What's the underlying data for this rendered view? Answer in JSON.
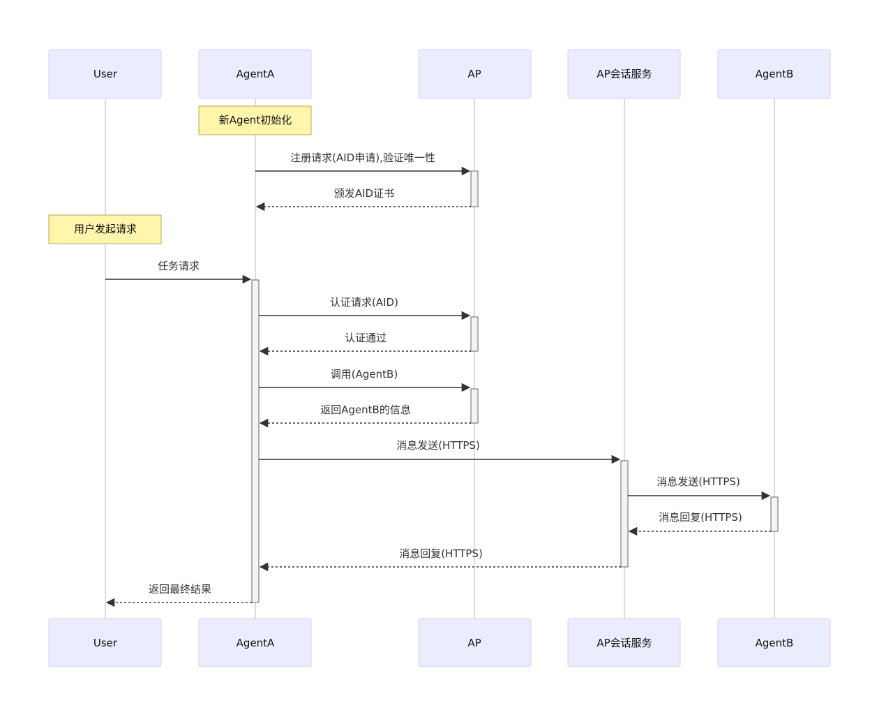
{
  "participants": [
    {
      "id": "user",
      "label": "User"
    },
    {
      "id": "agenta",
      "label": "AgentA"
    },
    {
      "id": "ap",
      "label": "AP"
    },
    {
      "id": "session",
      "label": "AP会话服务"
    },
    {
      "id": "agentb",
      "label": "AgentB"
    }
  ],
  "notes": [
    {
      "over": "agenta",
      "text": "新Agent初始化"
    },
    {
      "over": "user",
      "text": "用户发起请求"
    }
  ],
  "messages": [
    {
      "from": "agenta",
      "to": "ap",
      "text": "注册请求(AID申请),验证唯一性",
      "style": "solid"
    },
    {
      "from": "ap",
      "to": "agenta",
      "text": "颁发AID证书",
      "style": "dashed"
    },
    {
      "from": "user",
      "to": "agenta",
      "text": "任务请求",
      "style": "solid"
    },
    {
      "from": "agenta",
      "to": "ap",
      "text": "认证请求(AID)",
      "style": "solid"
    },
    {
      "from": "ap",
      "to": "agenta",
      "text": "认证通过",
      "style": "dashed"
    },
    {
      "from": "agenta",
      "to": "ap",
      "text": "调用(AgentB)",
      "style": "solid"
    },
    {
      "from": "ap",
      "to": "agenta",
      "text": "返回AgentB的信息",
      "style": "dashed"
    },
    {
      "from": "agenta",
      "to": "session",
      "text": "消息发送(HTTPS)",
      "style": "solid"
    },
    {
      "from": "session",
      "to": "agentb",
      "text": "消息发送(HTTPS)",
      "style": "solid"
    },
    {
      "from": "agentb",
      "to": "session",
      "text": "消息回复(HTTPS)",
      "style": "dashed"
    },
    {
      "from": "session",
      "to": "agenta",
      "text": "消息回复(HTTPS)",
      "style": "dashed"
    },
    {
      "from": "agenta",
      "to": "user",
      "text": "返回最终结果",
      "style": "dashed"
    }
  ]
}
